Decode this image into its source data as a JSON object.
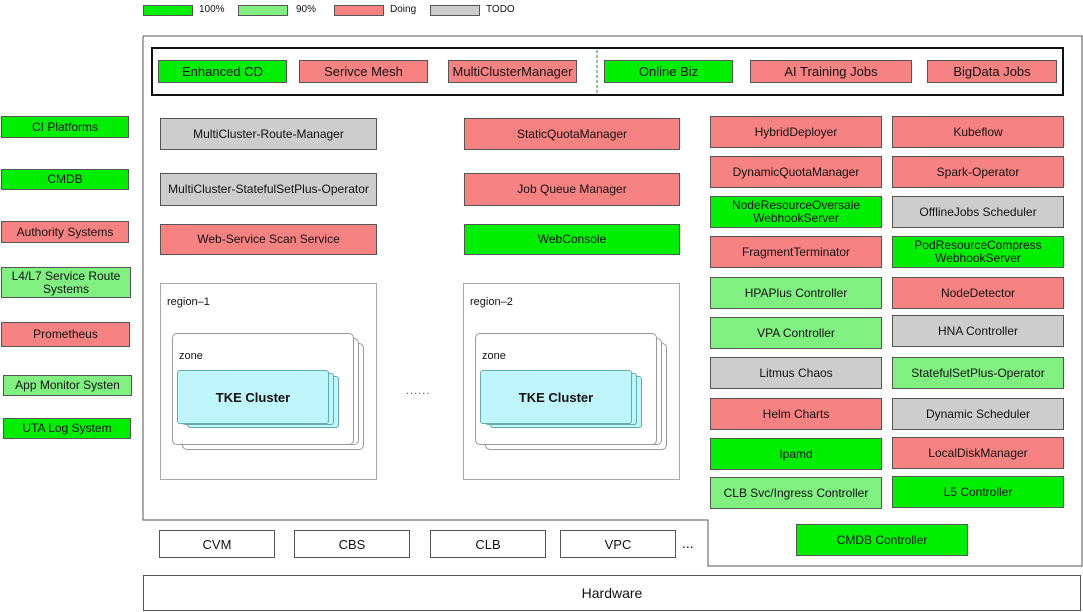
{
  "legend": [
    {
      "label": "100%",
      "status": "s100"
    },
    {
      "label": "90%",
      "status": "s90"
    },
    {
      "label": "Doing",
      "status": "doing"
    },
    {
      "label": "TODO",
      "status": "todo"
    }
  ],
  "colors": {
    "s100": "#00ee00",
    "s90": "#80f080",
    "doing": "#f78282",
    "todo": "#cdcdcd",
    "tke": "#bff6fb"
  },
  "left_systems": [
    {
      "label": "CI Platforms",
      "status": "s100"
    },
    {
      "label": "CMDB",
      "status": "s100"
    },
    {
      "label": "Authority Systems",
      "status": "doing"
    },
    {
      "label": "L4/L7 Service Route Systems",
      "status": "s90"
    },
    {
      "label": "Prometheus",
      "status": "doing"
    },
    {
      "label": "App Monitor Systen",
      "status": "s90"
    },
    {
      "label": "UTA Log System",
      "status": "s100"
    }
  ],
  "top_bar_left": [
    {
      "label": "Enhanced CD",
      "status": "s100"
    },
    {
      "label": "Serivce Mesh",
      "status": "doing"
    },
    {
      "label": "MultiClusterManager",
      "status": "doing"
    }
  ],
  "top_bar_right": [
    {
      "label": "Online Biz",
      "status": "s100"
    },
    {
      "label": "AI Training Jobs",
      "status": "doing"
    },
    {
      "label": "BigData Jobs",
      "status": "doing"
    }
  ],
  "col1": [
    {
      "label": "MultiCluster-Route-Manager",
      "status": "todo"
    },
    {
      "label": "MultiCluster-StatefulSetPlus-Operator",
      "status": "todo"
    },
    {
      "label": "Web-Service Scan Service",
      "status": "doing"
    }
  ],
  "col2": [
    {
      "label": "StaticQuotaManager",
      "status": "doing"
    },
    {
      "label": "Job Queue Manager",
      "status": "doing"
    },
    {
      "label": "WebConsole",
      "status": "s100"
    }
  ],
  "col3": [
    {
      "label": "HybridDeployer",
      "status": "doing"
    },
    {
      "label": "DynamicQuotaManager",
      "status": "doing"
    },
    {
      "label": "NodeResourceOversale WebhookServer",
      "status": "s100"
    },
    {
      "label": "FragmentTerminator",
      "status": "doing"
    },
    {
      "label": "HPAPlus Controller",
      "status": "s90"
    },
    {
      "label": "VPA Controller",
      "status": "s90"
    },
    {
      "label": "Litmus Chaos",
      "status": "todo"
    },
    {
      "label": "Helm Charts",
      "status": "doing"
    },
    {
      "label": "Ipamd",
      "status": "s100"
    },
    {
      "label": "CLB Svc/Ingress Controller",
      "status": "s90"
    }
  ],
  "col4": [
    {
      "label": "Kubeflow",
      "status": "doing"
    },
    {
      "label": "Spark-Operator",
      "status": "doing"
    },
    {
      "label": "OfflineJobs Scheduler",
      "status": "todo"
    },
    {
      "label": "PodResourceCompress WebhookServer",
      "status": "s100"
    },
    {
      "label": "NodeDetector",
      "status": "doing"
    },
    {
      "label": "HNA Controller",
      "status": "todo"
    },
    {
      "label": "StatefulSetPlus-Operator",
      "status": "s90"
    },
    {
      "label": "Dynamic Scheduler",
      "status": "todo"
    },
    {
      "label": "LocalDiskManager",
      "status": "doing"
    },
    {
      "label": "L5 Controller",
      "status": "s100"
    }
  ],
  "regions": [
    {
      "label": "region–1",
      "zone_label": "zone",
      "cluster_label": "TKE Cluster"
    },
    {
      "label": "region–2",
      "zone_label": "zone",
      "cluster_label": "TKE Cluster"
    }
  ],
  "region_ellipsis": "......",
  "infra": [
    "CVM",
    "CBS",
    "CLB",
    "VPC"
  ],
  "infra_ellipsis": "...",
  "cmdb_controller": {
    "label": "CMDB Controller",
    "status": "s100"
  },
  "hardware": "Hardware"
}
